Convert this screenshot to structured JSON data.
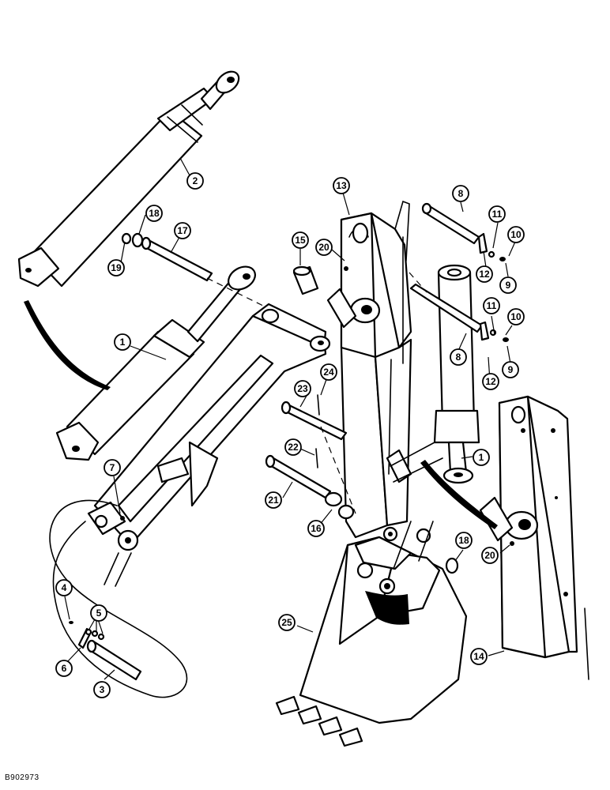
{
  "figure_id": "B902973",
  "callouts": [
    {
      "label": "1"
    },
    {
      "label": "2"
    },
    {
      "label": "3"
    },
    {
      "label": "4"
    },
    {
      "label": "5"
    },
    {
      "label": "6"
    },
    {
      "label": "7"
    },
    {
      "label": "8"
    },
    {
      "label": "9"
    },
    {
      "label": "10"
    },
    {
      "label": "11"
    },
    {
      "label": "12"
    },
    {
      "label": "13"
    },
    {
      "label": "14"
    },
    {
      "label": "15"
    },
    {
      "label": "16"
    },
    {
      "label": "17"
    },
    {
      "label": "18"
    },
    {
      "label": "19"
    },
    {
      "label": "20"
    },
    {
      "label": "21"
    },
    {
      "label": "22"
    },
    {
      "label": "23"
    },
    {
      "label": "24"
    },
    {
      "label": "25"
    },
    {
      "label": "1"
    },
    {
      "label": "8"
    },
    {
      "label": "9"
    },
    {
      "label": "10"
    },
    {
      "label": "11"
    },
    {
      "label": "12"
    },
    {
      "label": "18"
    },
    {
      "label": "20"
    }
  ]
}
